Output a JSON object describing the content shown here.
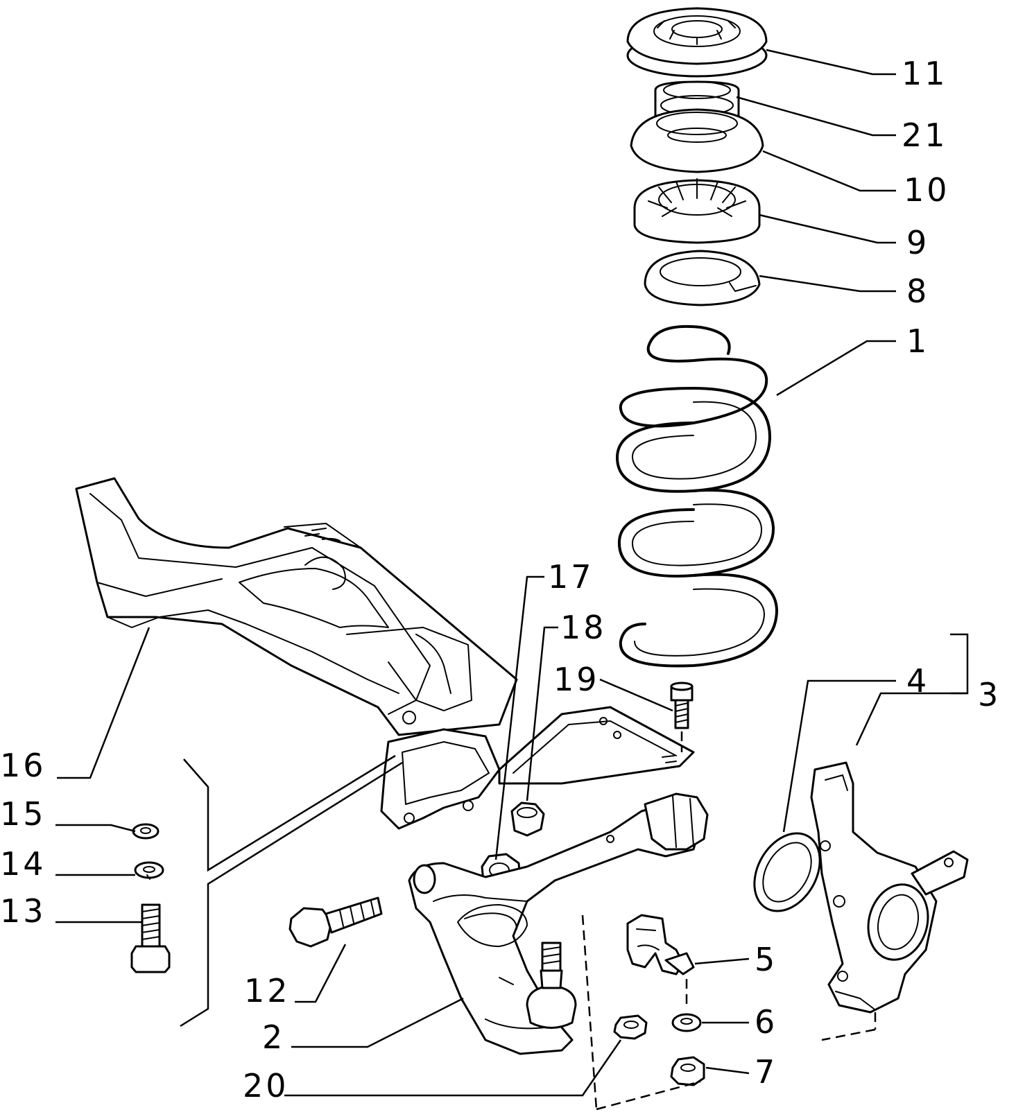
{
  "diagram": {
    "labels": [
      "11",
      "21",
      "10",
      "9",
      "8",
      "1",
      "17",
      "18",
      "19",
      "4",
      "3",
      "16",
      "15",
      "14",
      "13",
      "12",
      "2",
      "20",
      "5",
      "6",
      "7"
    ]
  }
}
